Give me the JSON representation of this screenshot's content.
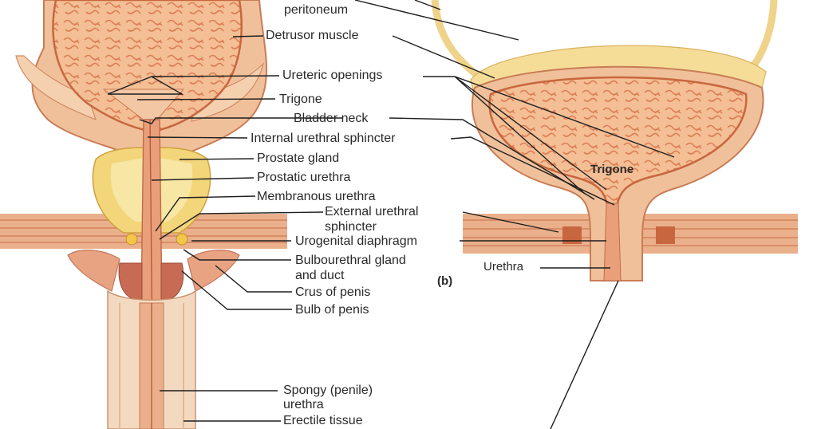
{
  "diagram": {
    "labels": {
      "peritoneum": "peritoneum",
      "detrusor_muscle": "Detrusor muscle",
      "ureteric_openings": "Ureteric openings",
      "trigone": "Trigone",
      "bladder_neck": "Bladder neck",
      "internal_urethral_sphincter": "Internal urethral sphincter",
      "prostate_gland": "Prostate gland",
      "prostatic_urethra": "Prostatic urethra",
      "membranous_urethra": "Membranous urethra",
      "external_urethral_sphincter_line1": "External urethral",
      "external_urethral_sphincter_line2": "sphincter",
      "urogenital_diaphragm": "Urogenital diaphragm",
      "bulbourethral_gland_line1": "Bulbourethral gland",
      "bulbourethral_gland_line2": "and duct",
      "crus_of_penis": "Crus of penis",
      "bulb_of_penis": "Bulb of penis",
      "spongy_urethra_line1": "Spongy (penile)",
      "spongy_urethra_line2": "urethra",
      "erectile_tissue": "Erectile tissue",
      "panel_b": "(b)",
      "trigone_b": "Trigone",
      "urethra_b": "Urethra"
    },
    "colors": {
      "flesh": "#f2c39a",
      "mucosa": "#e9a37c",
      "interior": "#f3b98e",
      "muscle_band": "#e6a27a",
      "muscle_dark": "#c8673f",
      "prostate": "#f3d77a",
      "bulb": "#c86b55",
      "fat": "#f7e4a8",
      "line": "#1e1e1e"
    }
  }
}
